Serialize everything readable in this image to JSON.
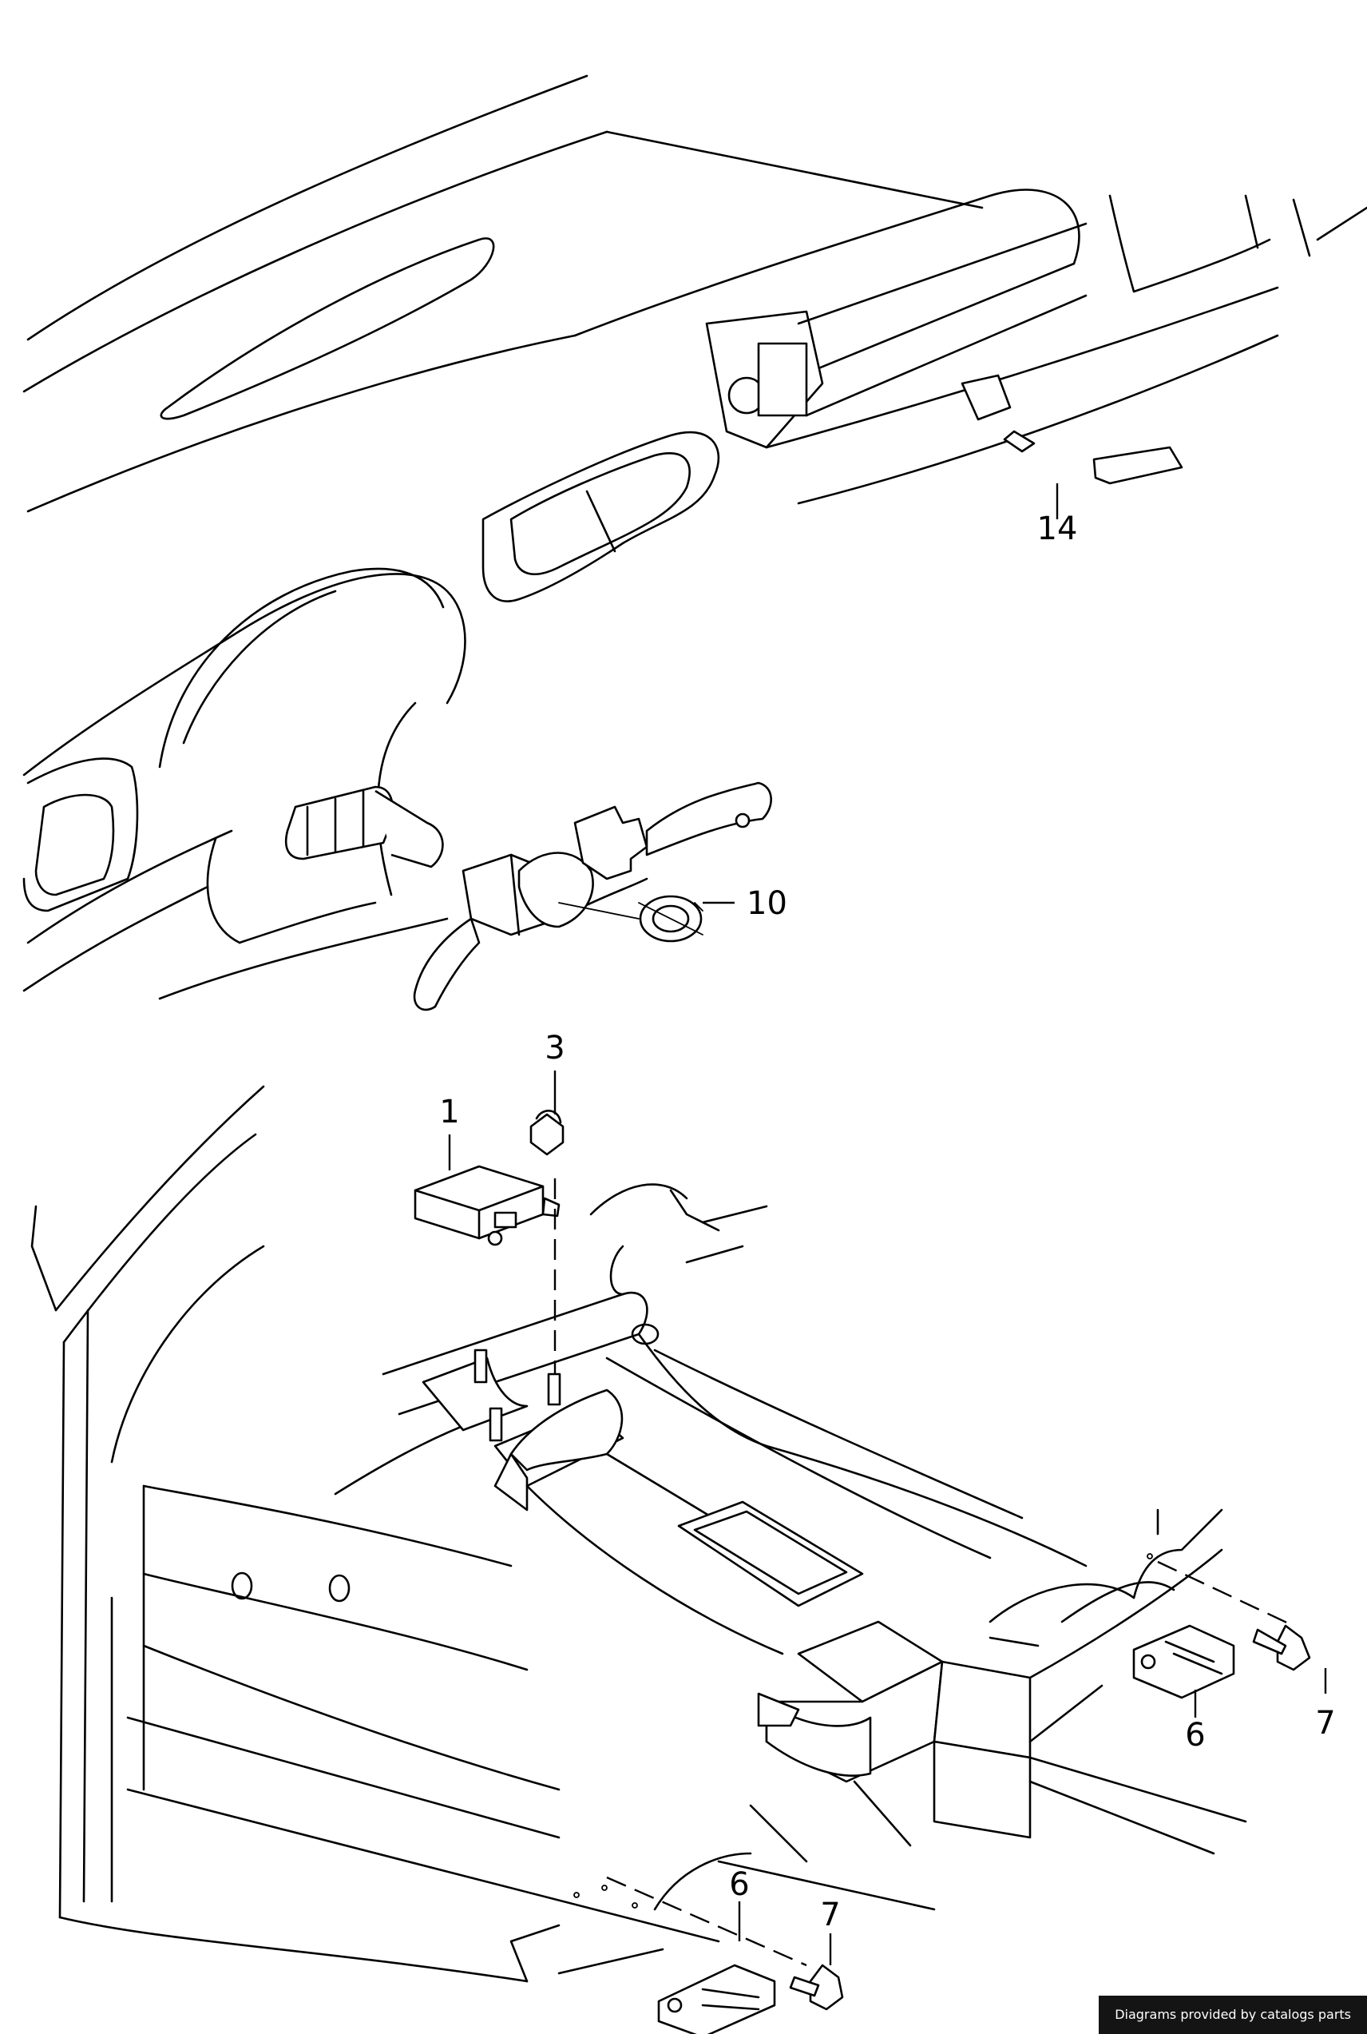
{
  "diagram": {
    "callouts": {
      "c1": "1",
      "c3": "3",
      "c6a": "6",
      "c6b": "6",
      "c7a": "7",
      "c7b": "7",
      "c10": "10",
      "c14": "14"
    }
  },
  "footer": {
    "credit": "Diagrams provided by catalogs parts"
  },
  "colors": {
    "ink": "#000000",
    "paper": "#ffffff",
    "credit_bg": "#141414",
    "credit_text": "#ffffff"
  }
}
